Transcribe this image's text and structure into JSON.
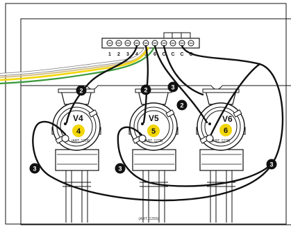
{
  "terminal_strip": {
    "numbered_terminals": [
      "1",
      "2",
      "3",
      "4",
      "5",
      "6"
    ],
    "common_terminals": [
      "C",
      "C",
      "C",
      "C"
    ]
  },
  "valves": [
    {
      "id": "V4",
      "zone": "4",
      "article": "(ART. 1278)"
    },
    {
      "id": "V5",
      "zone": "5",
      "article": "(ART. 1278)"
    },
    {
      "id": "V6",
      "zone": "6",
      "article": "(ART. 1278)"
    }
  ],
  "callouts": [
    "2",
    "2",
    "2",
    "3",
    "3",
    "3",
    "3"
  ],
  "footer": {
    "article": "(ART. 1255)"
  },
  "colors": {
    "outline": "#111111",
    "zone_badge": "#f2d60a",
    "wire_yellow": "#f2d60a",
    "wire_green": "#3a9a3a",
    "wire_tan": "#d8c48c",
    "wire_white": "#ffffff",
    "wire_black": "#111111"
  }
}
